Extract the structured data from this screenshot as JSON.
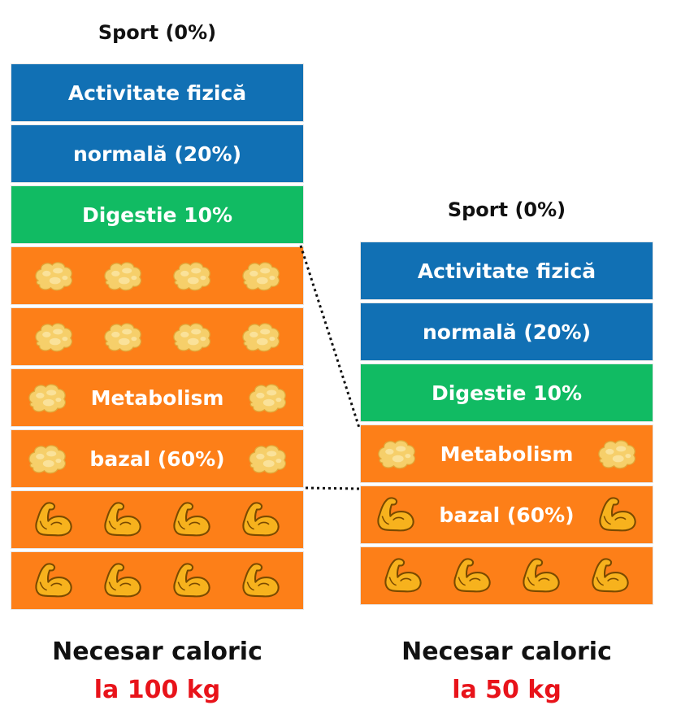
{
  "left": {
    "sport": "Sport (0%)",
    "activity_line1": "Activitate fizică",
    "activity_line2": "normală (20%)",
    "digestion": "Digestie 10%",
    "metabolism_line1": "Metabolism",
    "metabolism_line2": "bazal (60%)",
    "footer_title": "Necesar caloric",
    "footer_weight": "la 100 kg"
  },
  "right": {
    "sport": "Sport (0%)",
    "activity_line1": "Activitate fizică",
    "activity_line2": "normală (20%)",
    "digestion": "Digestie 10%",
    "metabolism_line1": "Metabolism",
    "metabolism_line2": "bazal (60%)",
    "footer_title": "Necesar caloric",
    "footer_weight": "la 50 kg"
  },
  "colors": {
    "activity": "#1170b4",
    "digestion": "#11bb63",
    "metabolism": "#fd7f18",
    "weight_text": "#e8131a",
    "fat_icon": "#f6cf6a",
    "muscle_icon": "#f7b21d"
  },
  "icons": {
    "fat": "fat-blob-icon",
    "muscle": "flexed-bicep-icon"
  }
}
